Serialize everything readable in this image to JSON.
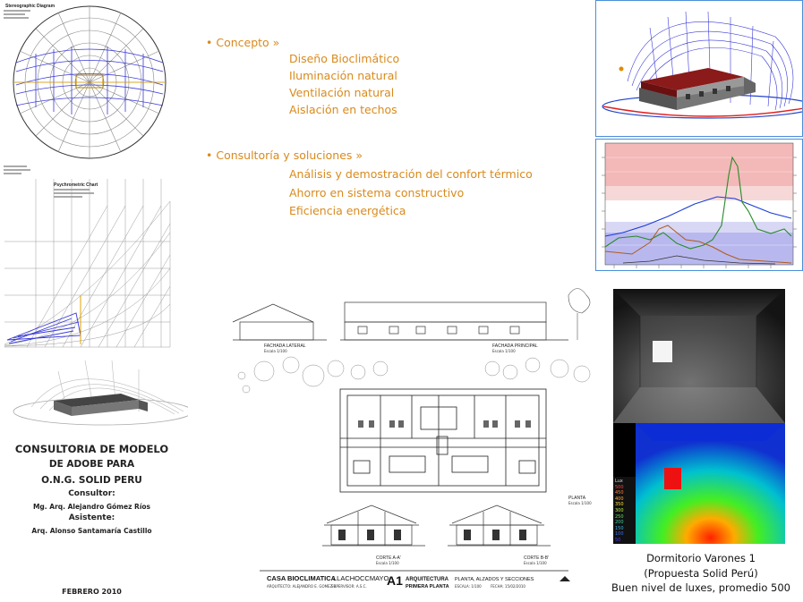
{
  "services": {
    "concept_heading": "• Concepto »",
    "concept_items": [
      "Diseño Bioclimático",
      "Iluminación natural",
      "Ventilación natural",
      "Aislación en techos"
    ],
    "consulting_heading": "• Consultoría y soluciones »",
    "consulting_items": [
      "Análisis y demostración del confort térmico",
      "Ahorro en sistema constructivo",
      "Eficiencia energética"
    ]
  },
  "stereographic": {
    "title": "Stereographic Diagram"
  },
  "psychrometric": {
    "title": "Psychrometric Chart"
  },
  "cover": {
    "line1": "CONSULTORIA DE MODELO",
    "line2": "DE ADOBE PARA",
    "line3": "O.N.G. SOLID PERU",
    "consultant_label": "Consultor:",
    "consultant_name": "Mg. Arq. Alejandro Gómez Ríos",
    "assistant_label": "Asistente:",
    "assistant_name": "Arq. Alonso Santamaría Castillo",
    "date": "FEBRERO 2010"
  },
  "drawings": {
    "elev_lateral": "FACHADA LATERAL",
    "elev_principal": "FACHADA PRINCIPAL",
    "scale": "Escala 1/100",
    "plan": "PLANTA",
    "section_a": "CORTE A-A'",
    "section_b": "CORTE B-B'",
    "title_block_name": "CASA BIOCLIMATICA",
    "title_block_place": "LLACHOCCMAYO",
    "sheet": "A1",
    "discipline": "ARQUITECTURA",
    "contents": "PLANTA, ALZADOS Y SECCIONES",
    "floor": "PRIMERA PLANTA",
    "architect": "ARQUITECTO: ALEJANDRO E. GOMEZ R.",
    "supervisor": "SUPERVISOR: A.S.C.",
    "plot_scale": "ESCALA: 1/100",
    "date": "FECHA: 15/02/2010"
  },
  "falsecolor_legend": [
    "Lux",
    "500",
    "450",
    "400",
    "350",
    "300",
    "250",
    "200",
    "150",
    "100",
    "50"
  ],
  "caption": {
    "line1": "Dormitorio Varones 1",
    "line2": "(Propuesta Solid Perú)",
    "line3": "Buen nivel de luxes, promedio 500"
  },
  "colors": {
    "accent": "#d98a1c",
    "roof": "#8b1a1a",
    "grid_blue": "#3a3ad8",
    "chart_border": "#4a8fd8"
  }
}
